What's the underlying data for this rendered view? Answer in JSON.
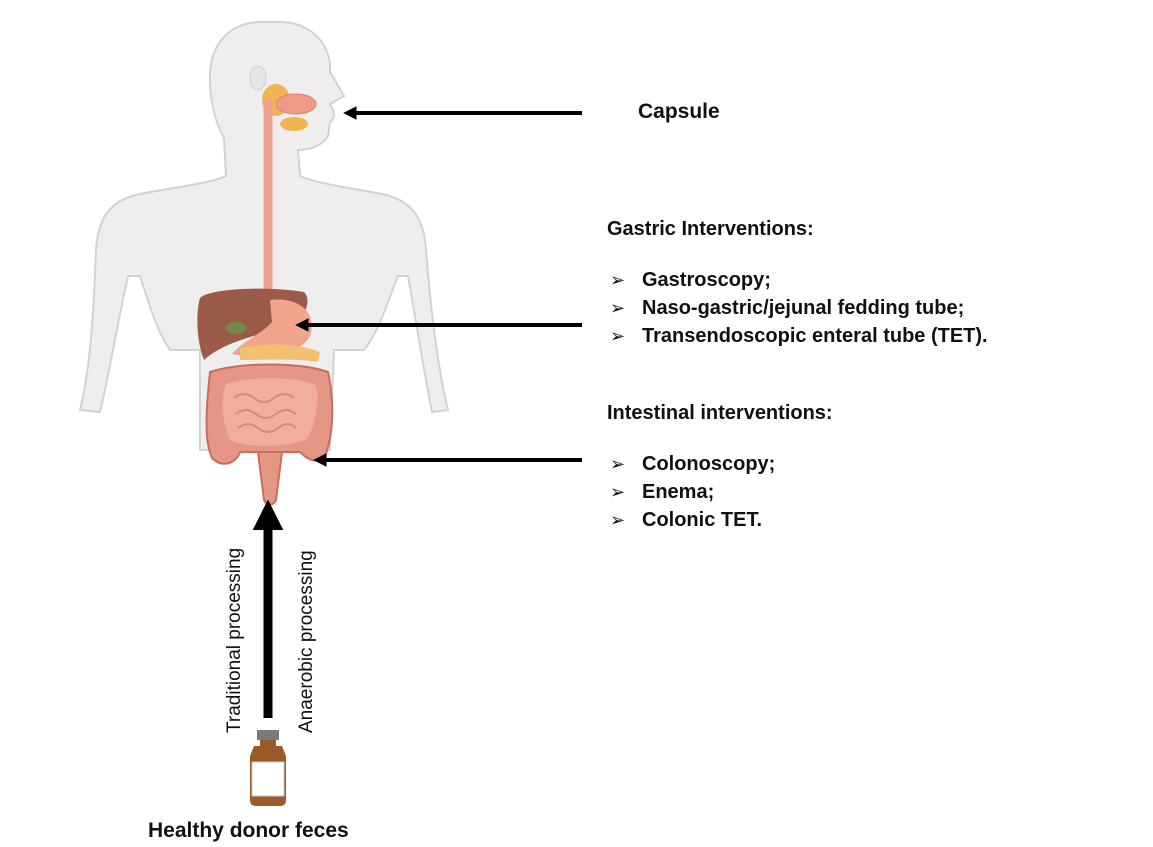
{
  "routes": {
    "capsule": {
      "label": "Capsule"
    },
    "gastric": {
      "heading": "Gastric Interventions:",
      "items": [
        "Gastroscopy;",
        "Naso-gastric/jejunal fedding tube;",
        "Transendoscopic enteral tube (TET)."
      ]
    },
    "intestinal": {
      "heading": "Intestinal interventions:",
      "items": [
        "Colonoscopy;",
        "Enema;",
        "Colonic TET."
      ]
    }
  },
  "processing": {
    "left_label": "Traditional processing",
    "right_label": "Anaerobic processing"
  },
  "source": {
    "label": "Healthy donor feces"
  },
  "bullet_glyph": "➢",
  "colors": {
    "body_fill": "#eeeeee",
    "body_outline": "#d0d0d0",
    "esophagus": "#f2a08f",
    "salivary": "#f2b451",
    "liver": "#9c5b48",
    "stomach": "#f0a58c",
    "intestine": "#e79c88",
    "arrow": "#000000"
  }
}
